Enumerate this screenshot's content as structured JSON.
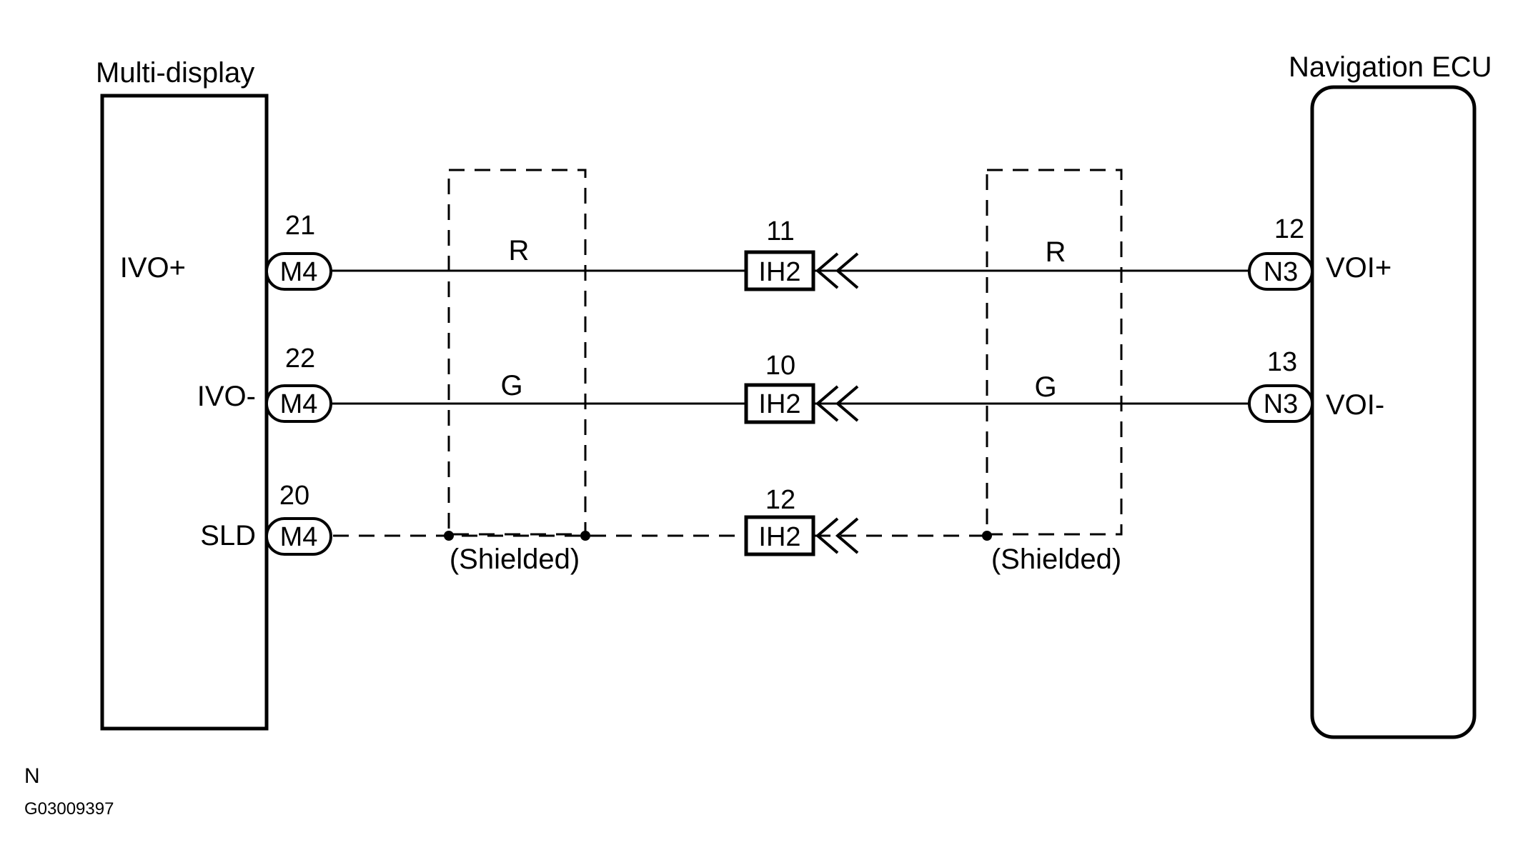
{
  "left_component": {
    "label": "Multi-display"
  },
  "right_component": {
    "label": "Navigation ECU"
  },
  "circuits": [
    {
      "id": "ivo_plus",
      "left_signal": "IVO+",
      "left_pin": "21",
      "left_connector": "M4",
      "wire_color_left": "R",
      "mid_pin": "11",
      "mid_connector": "IH2",
      "wire_color_right": "R",
      "right_pin": "12",
      "right_connector": "N3",
      "right_signal": "VOI+",
      "style": "solid"
    },
    {
      "id": "ivo_minus",
      "left_signal": "IVO-",
      "left_pin": "22",
      "left_connector": "M4",
      "wire_color_left": "G",
      "mid_pin": "10",
      "mid_connector": "IH2",
      "wire_color_right": "G",
      "right_pin": "13",
      "right_connector": "N3",
      "right_signal": "VOI-",
      "style": "solid"
    },
    {
      "id": "sld",
      "left_signal": "SLD",
      "left_pin": "20",
      "left_connector": "M4",
      "mid_pin": "12",
      "mid_connector": "IH2",
      "style": "dashed"
    }
  ],
  "shield_label_left": "(Shielded)",
  "shield_label_right": "(Shielded)",
  "footer": {
    "letter": "N",
    "code": "G03009397"
  }
}
